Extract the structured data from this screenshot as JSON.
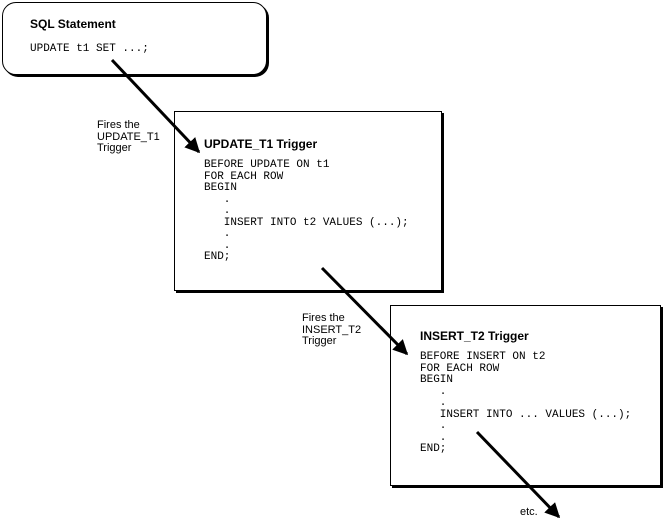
{
  "sql": {
    "title": "SQL Statement",
    "code": "UPDATE t1 SET ...;"
  },
  "trigger1": {
    "title": "UPDATE_T1 Trigger",
    "lines": [
      "BEFORE UPDATE ON t1",
      "FOR EACH ROW",
      "BEGIN",
      "   .",
      "   .",
      "   INSERT INTO t2 VALUES (...);",
      "   .",
      "   .",
      "END;"
    ]
  },
  "trigger2": {
    "title": "INSERT_T2 Trigger",
    "lines": [
      "BEFORE INSERT ON t2",
      "FOR EACH ROW",
      "BEGIN",
      "   .",
      "   .",
      "   INSERT INTO ... VALUES (...);",
      "   .",
      "   .",
      "END;"
    ]
  },
  "labels": {
    "fires1": [
      "Fires the",
      "UPDATE_T1",
      "Trigger"
    ],
    "fires2": [
      "Fires the",
      "INSERT_T2",
      "Trigger"
    ],
    "etc": "etc."
  }
}
